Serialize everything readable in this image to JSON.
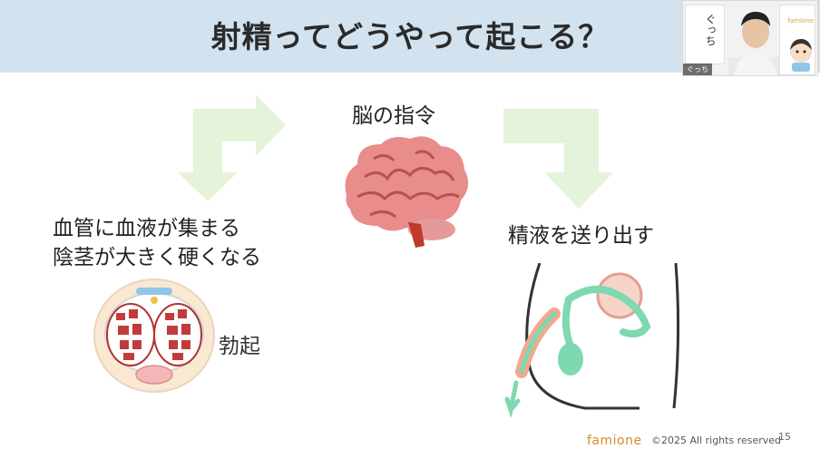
{
  "slide": {
    "title": "射精ってどうやって起こる？",
    "label_brain": "脳の指令",
    "label_blood_line1": "血管に血液が集まる",
    "label_blood_line2": "陰茎が大きく硬くなる",
    "label_erection": "勃起",
    "label_ejaculation": "精液を送り出す",
    "footer_brand": "famione",
    "footer_copyright": "©2025 All rights reserved",
    "page_number": "15"
  },
  "webcam": {
    "name_vertical": "ぐっち",
    "brand": "famione",
    "tag": "ぐっち"
  },
  "colors": {
    "title_bar": "#d2e3ef",
    "arrow": "#e4f3da",
    "brain": "#e98c8c",
    "tract": "#7ed8b0",
    "brand": "#d98a2c"
  }
}
